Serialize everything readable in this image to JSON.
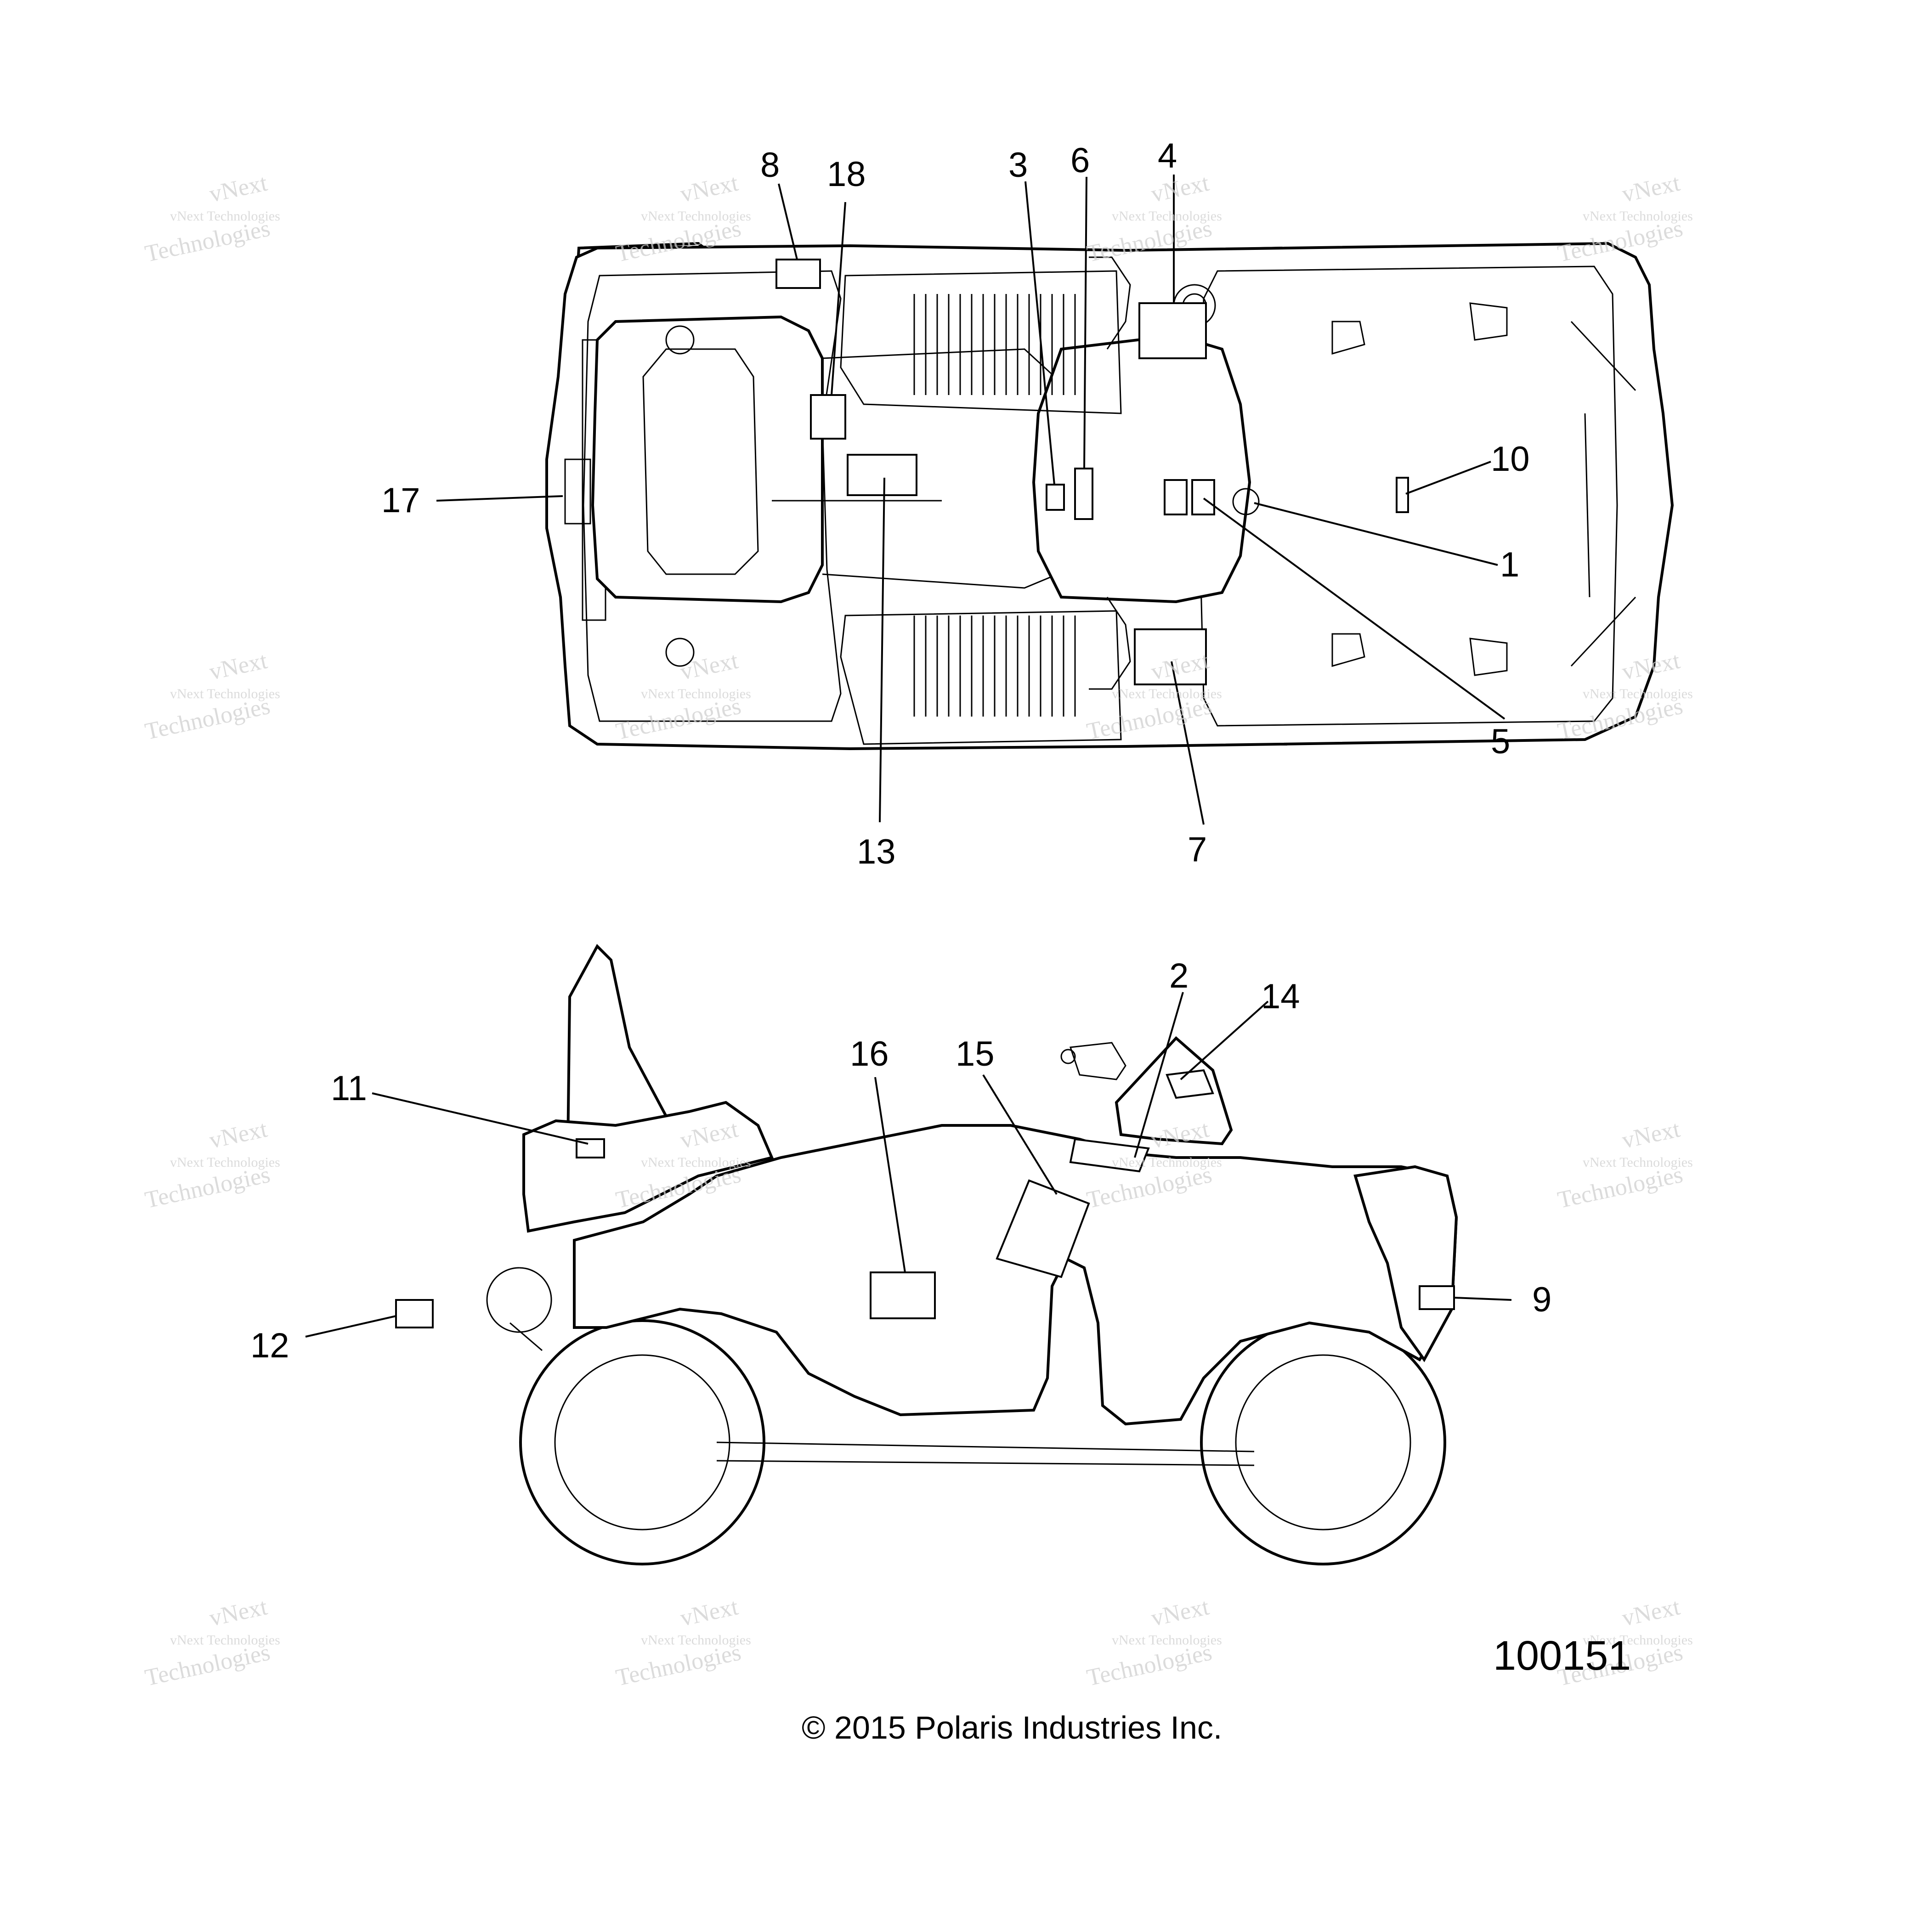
{
  "diagram": {
    "part_number": "100151",
    "copyright": "© 2015  Polaris Industries Inc.",
    "watermark": {
      "line1": "vNext Technologies",
      "line2": "vNext",
      "line3": "Technologies"
    },
    "top_view_callouts": [
      "8",
      "18",
      "3",
      "6",
      "4",
      "10",
      "1",
      "5",
      "7",
      "13",
      "17"
    ],
    "side_view_callouts": [
      "2",
      "14",
      "11",
      "16",
      "15",
      "9",
      "12"
    ]
  }
}
